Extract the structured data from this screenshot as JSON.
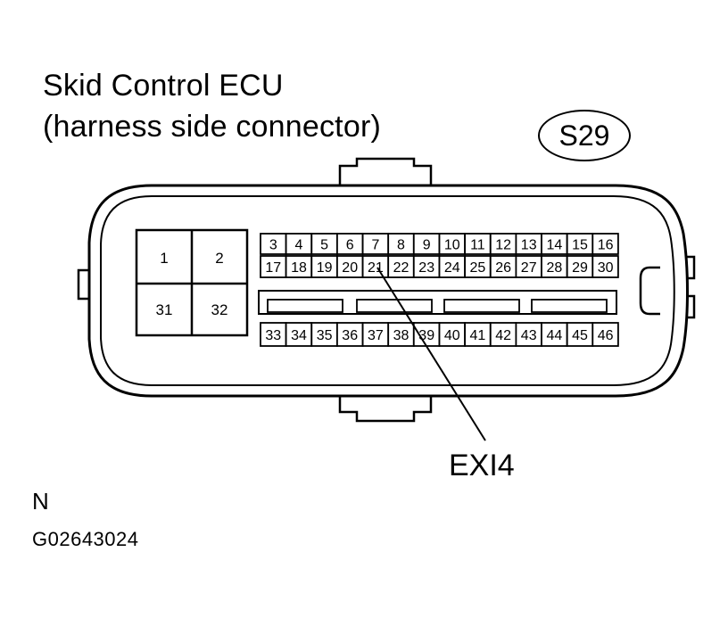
{
  "title_line1": "Skid Control ECU",
  "title_line2": "(harness side connector)",
  "connector_code": "S29",
  "callout_label": "EXI4",
  "note": "N",
  "figure_id": "G02643024",
  "pins": {
    "large_top": [
      "1",
      "2"
    ],
    "large_bottom": [
      "31",
      "32"
    ],
    "row1": [
      "3",
      "4",
      "5",
      "6",
      "7",
      "8",
      "9",
      "10",
      "11",
      "12",
      "13",
      "14",
      "15",
      "16"
    ],
    "row2": [
      "17",
      "18",
      "19",
      "20",
      "21",
      "22",
      "23",
      "24",
      "25",
      "26",
      "27",
      "28",
      "29",
      "30"
    ],
    "row3": [
      "33",
      "34",
      "35",
      "36",
      "37",
      "38",
      "39",
      "40",
      "41",
      "42",
      "43",
      "44",
      "45",
      "46"
    ]
  },
  "callout_pin": "21"
}
